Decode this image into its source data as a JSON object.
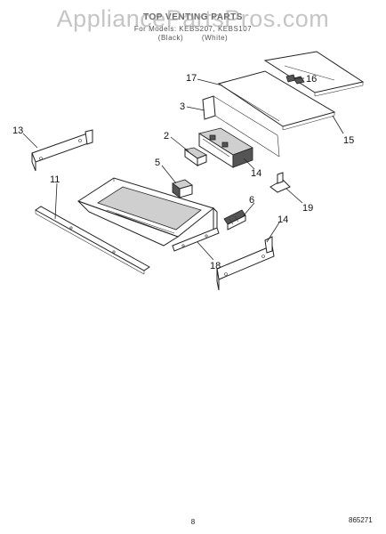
{
  "header": {
    "title": "TOP VENTING PARTS",
    "models": "For Models: KEBS207, KEBS107",
    "colors": "(Black) (White)"
  },
  "watermark": "AppliancePartsPros.com",
  "callouts": [
    "2",
    "3",
    "5",
    "6",
    "11",
    "13",
    "14",
    "14",
    "15",
    "16",
    "17",
    "18",
    "19"
  ],
  "footer": {
    "page_number": "8",
    "figure_code": "86527",
    "figure_mark": "1"
  }
}
